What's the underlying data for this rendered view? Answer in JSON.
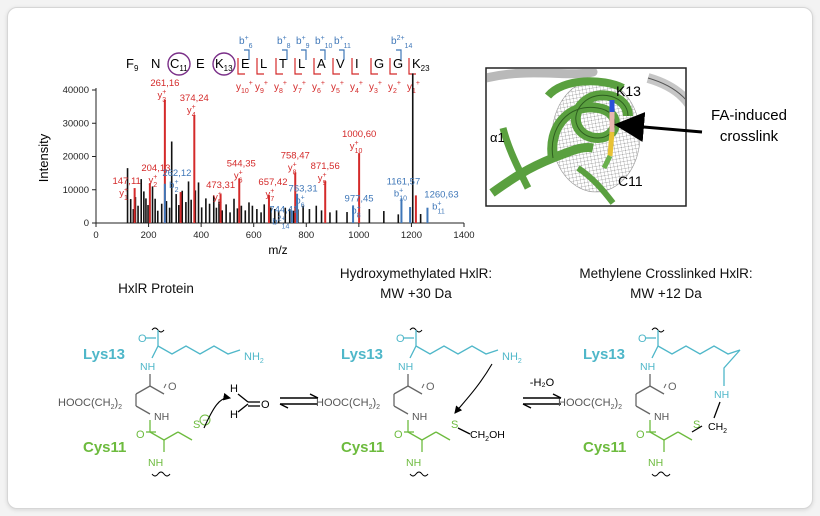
{
  "colors": {
    "red": "#d42a2a",
    "blue": "#3f77b8",
    "black": "#111111",
    "cyan": "#4fb7c9",
    "green": "#6dbb3e",
    "gray": "#666666",
    "purple": "#7a2f88"
  },
  "sequence": {
    "residues": [
      {
        "aa": "F",
        "sub": "9"
      },
      {
        "aa": "N",
        "sub": ""
      },
      {
        "aa": "C",
        "sub": "11",
        "circled": true
      },
      {
        "aa": "E",
        "sub": ""
      },
      {
        "aa": "K",
        "sub": "13",
        "circled": true
      },
      {
        "aa": "E",
        "sub": ""
      },
      {
        "aa": "L",
        "sub": ""
      },
      {
        "aa": "T",
        "sub": ""
      },
      {
        "aa": "L",
        "sub": ""
      },
      {
        "aa": "A",
        "sub": ""
      },
      {
        "aa": "V",
        "sub": ""
      },
      {
        "aa": "I",
        "sub": ""
      },
      {
        "aa": "G",
        "sub": ""
      },
      {
        "aa": "G",
        "sub": ""
      },
      {
        "aa": "K",
        "sub": "23"
      }
    ],
    "b_ions": [
      "6",
      "8",
      "9",
      "10",
      "11",
      "14"
    ],
    "b_top_suffix": "2+",
    "y_ions": [
      "10",
      "9",
      "8",
      "7",
      "6",
      "5",
      "4",
      "3",
      "2",
      "1"
    ]
  },
  "chart_data": {
    "type": "bar",
    "ylabel": "Intensity",
    "xlabel": "m/z",
    "xlim": [
      0,
      1400
    ],
    "ylim": [
      0,
      40000
    ],
    "xticks": [
      "0",
      "200",
      "400",
      "600",
      "800",
      "1000",
      "1200",
      "1400"
    ],
    "yticks": [
      "0",
      "10000",
      "20000",
      "30000",
      "40000"
    ],
    "series": [
      {
        "color": "black",
        "peaks": [
          [
            120,
            16500
          ],
          [
            132,
            7200
          ],
          [
            142,
            4200
          ],
          [
            150,
            7800
          ],
          [
            160,
            5200
          ],
          [
            172,
            13200
          ],
          [
            182,
            9500
          ],
          [
            190,
            7400
          ],
          [
            198,
            5400
          ],
          [
            215,
            11000
          ],
          [
            225,
            7300
          ],
          [
            235,
            3700
          ],
          [
            250,
            5800
          ],
          [
            268,
            6600
          ],
          [
            280,
            4600
          ],
          [
            288,
            24500
          ],
          [
            305,
            8700
          ],
          [
            315,
            5400
          ],
          [
            328,
            9700
          ],
          [
            342,
            6300
          ],
          [
            352,
            12500
          ],
          [
            362,
            7000
          ],
          [
            378,
            9800
          ],
          [
            390,
            12200
          ],
          [
            402,
            4700
          ],
          [
            418,
            7400
          ],
          [
            432,
            5800
          ],
          [
            448,
            8200
          ],
          [
            458,
            4600
          ],
          [
            468,
            6400
          ],
          [
            480,
            3800
          ],
          [
            495,
            5600
          ],
          [
            510,
            3200
          ],
          [
            525,
            7300
          ],
          [
            538,
            4400
          ],
          [
            553,
            5200
          ],
          [
            568,
            3800
          ],
          [
            582,
            6200
          ],
          [
            595,
            5200
          ],
          [
            612,
            4200
          ],
          [
            628,
            3200
          ],
          [
            640,
            5600
          ],
          [
            665,
            4700
          ],
          [
            680,
            4200
          ],
          [
            695,
            3800
          ],
          [
            720,
            4600
          ],
          [
            737,
            4200
          ],
          [
            752,
            3700
          ],
          [
            768,
            4100
          ],
          [
            788,
            5200
          ],
          [
            812,
            4200
          ],
          [
            838,
            5200
          ],
          [
            858,
            3800
          ],
          [
            890,
            3200
          ],
          [
            915,
            3800
          ],
          [
            955,
            3300
          ],
          [
            1040,
            4200
          ],
          [
            1095,
            3600
          ],
          [
            1150,
            2600
          ],
          [
            1205,
            45000
          ],
          [
            1235,
            2700
          ]
        ]
      },
      {
        "color": "red",
        "peaks": [
          [
            147,
            10500
          ],
          [
            205,
            12000
          ],
          [
            262,
            37000
          ],
          [
            322,
            9300
          ],
          [
            374,
            32500
          ],
          [
            474,
            8700
          ],
          [
            545,
            13400
          ],
          [
            658,
            8400
          ],
          [
            758,
            15200
          ],
          [
            872,
            12600
          ],
          [
            1001,
            21000
          ],
          [
            1217,
            8300
          ]
        ]
      },
      {
        "color": "blue",
        "peaks": [
          [
            262,
            11800
          ],
          [
            745,
            3700
          ],
          [
            765,
            8800
          ],
          [
            978,
            5300
          ],
          [
            1162,
            7400
          ],
          [
            1195,
            4800
          ],
          [
            1261,
            4600
          ]
        ]
      }
    ],
    "labels": [
      {
        "text": "261,16",
        "ion": "y",
        "sub": "3",
        "sup": "+",
        "color": "red",
        "x": 262,
        "y": 37000
      },
      {
        "text": "374,24",
        "ion": "y",
        "sub": "4",
        "sup": "+",
        "color": "red",
        "x": 374,
        "y": 32500
      },
      {
        "text": "204,13",
        "ion": "y",
        "sub": "2",
        "sup": "+",
        "color": "red",
        "x": 205,
        "y": 12000
      },
      {
        "text": "147,11",
        "ion": "y",
        "sub": "1",
        "sup": "+",
        "color": "red",
        "x": 147,
        "y": 10500
      },
      {
        "text": "262,12",
        "ion": "b",
        "sub": "2",
        "sup": "+",
        "color": "blue",
        "x": 262,
        "y": 11800
      },
      {
        "text": "473,31",
        "ion": "y",
        "sub": "5",
        "sup": "+",
        "color": "red",
        "x": 474,
        "y": 8700
      },
      {
        "text": "544,35",
        "ion": "y",
        "sub": "6",
        "sup": "+",
        "color": "red",
        "x": 545,
        "y": 13400
      },
      {
        "text": "657,42",
        "ion": "y",
        "sub": "7",
        "sup": "+",
        "color": "red",
        "x": 658,
        "y": 8400
      },
      {
        "text": "744,41",
        "ion": "b",
        "sub": "14",
        "sup": "2+",
        "color": "blue",
        "x": 745,
        "y": 3700
      },
      {
        "text": "758,47",
        "ion": "y",
        "sub": "8",
        "sup": "+",
        "color": "red",
        "x": 758,
        "y": 15200
      },
      {
        "text": "763,31",
        "ion": "b",
        "sub": "6",
        "sup": "+",
        "color": "blue",
        "x": 765,
        "y": 8800
      },
      {
        "text": "871,56",
        "ion": "y",
        "sub": "9",
        "sup": "+",
        "color": "red",
        "x": 872,
        "y": 12600
      },
      {
        "text": "977,45",
        "ion": "b",
        "sub": "8",
        "sup": "+",
        "color": "blue",
        "x": 978,
        "y": 5300
      },
      {
        "text": "1000,60",
        "ion": "y",
        "sub": "10",
        "sup": "+",
        "color": "red",
        "x": 1001,
        "y": 21000
      },
      {
        "text": "1161,57",
        "ion": "b",
        "sub": "10",
        "sup": "+",
        "color": "blue",
        "x": 1162,
        "y": 7400
      },
      {
        "text": "1260,63",
        "ion": "b",
        "sub": "11",
        "sup": "+",
        "color": "blue",
        "x": 1261,
        "y": 4600
      }
    ]
  },
  "structure_panel": {
    "label_k13": "K13",
    "label_c11": "C11",
    "label_alpha": "α1",
    "callout_line1": "FA-induced",
    "callout_line2": "crosslink"
  },
  "scheme": {
    "titles": {
      "left": "HxlR Protein",
      "mid_line1": "Hydroxymethylated HxlR:",
      "mid_line2": "MW +30 Da",
      "right_line1": "Methylene Crosslinked HxlR:",
      "right_line2": "MW +12 Da"
    },
    "lys": "Lys13",
    "cys": "Cys11",
    "nh": "NH",
    "nh2": "NH",
    "nh2_sub": "2",
    "o": "O",
    "s": "S",
    "hooc_pre": "HOOC(CH",
    "hooc_sub": "2",
    "hooc_post": ")",
    "hooc_sub2": "2",
    "h": "H",
    "minus": "−",
    "ch2oh_pre": "CH",
    "ch2oh_sub": "2",
    "ch2oh_post": "OH",
    "ch2_pre": "CH",
    "ch2_sub": "2",
    "water": "-H₂O"
  }
}
